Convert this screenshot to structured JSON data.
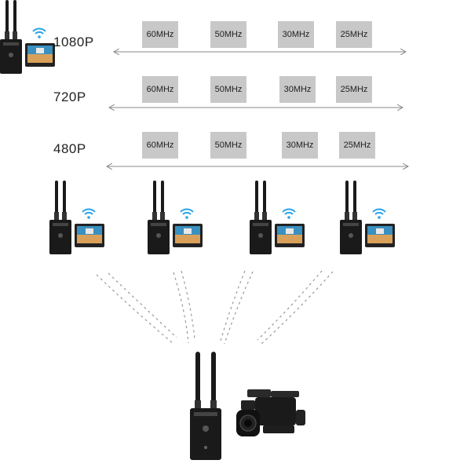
{
  "rows": [
    {
      "resolution": "1080P",
      "bands": [
        "60MHz",
        "50MHz",
        "30MHz",
        "25MHz"
      ]
    },
    {
      "resolution": "720P",
      "bands": [
        "60MHz",
        "50MHz",
        "30MHz",
        "25MHz"
      ]
    },
    {
      "resolution": "480P",
      "bands": [
        "60MHz",
        "50MHz",
        "30MHz",
        "25MHz"
      ]
    }
  ],
  "receivers": [
    {
      "device": "receiver-box",
      "display": "monitor",
      "signal": "wifi-icon"
    },
    {
      "device": "receiver-box",
      "display": "monitor",
      "signal": "wifi-icon"
    },
    {
      "device": "receiver-box",
      "display": "monitor",
      "signal": "wifi-icon"
    },
    {
      "device": "receiver-box",
      "display": "monitor",
      "signal": "wifi-icon"
    }
  ],
  "transmitter": {
    "device": "transmitter-box",
    "source": "camcorder"
  },
  "colors": {
    "band_fill": "#c8c8c8",
    "arrow": "#888888",
    "device": "#1a1a1a",
    "wifi": "#2aa3e8",
    "waves": "#999999"
  }
}
